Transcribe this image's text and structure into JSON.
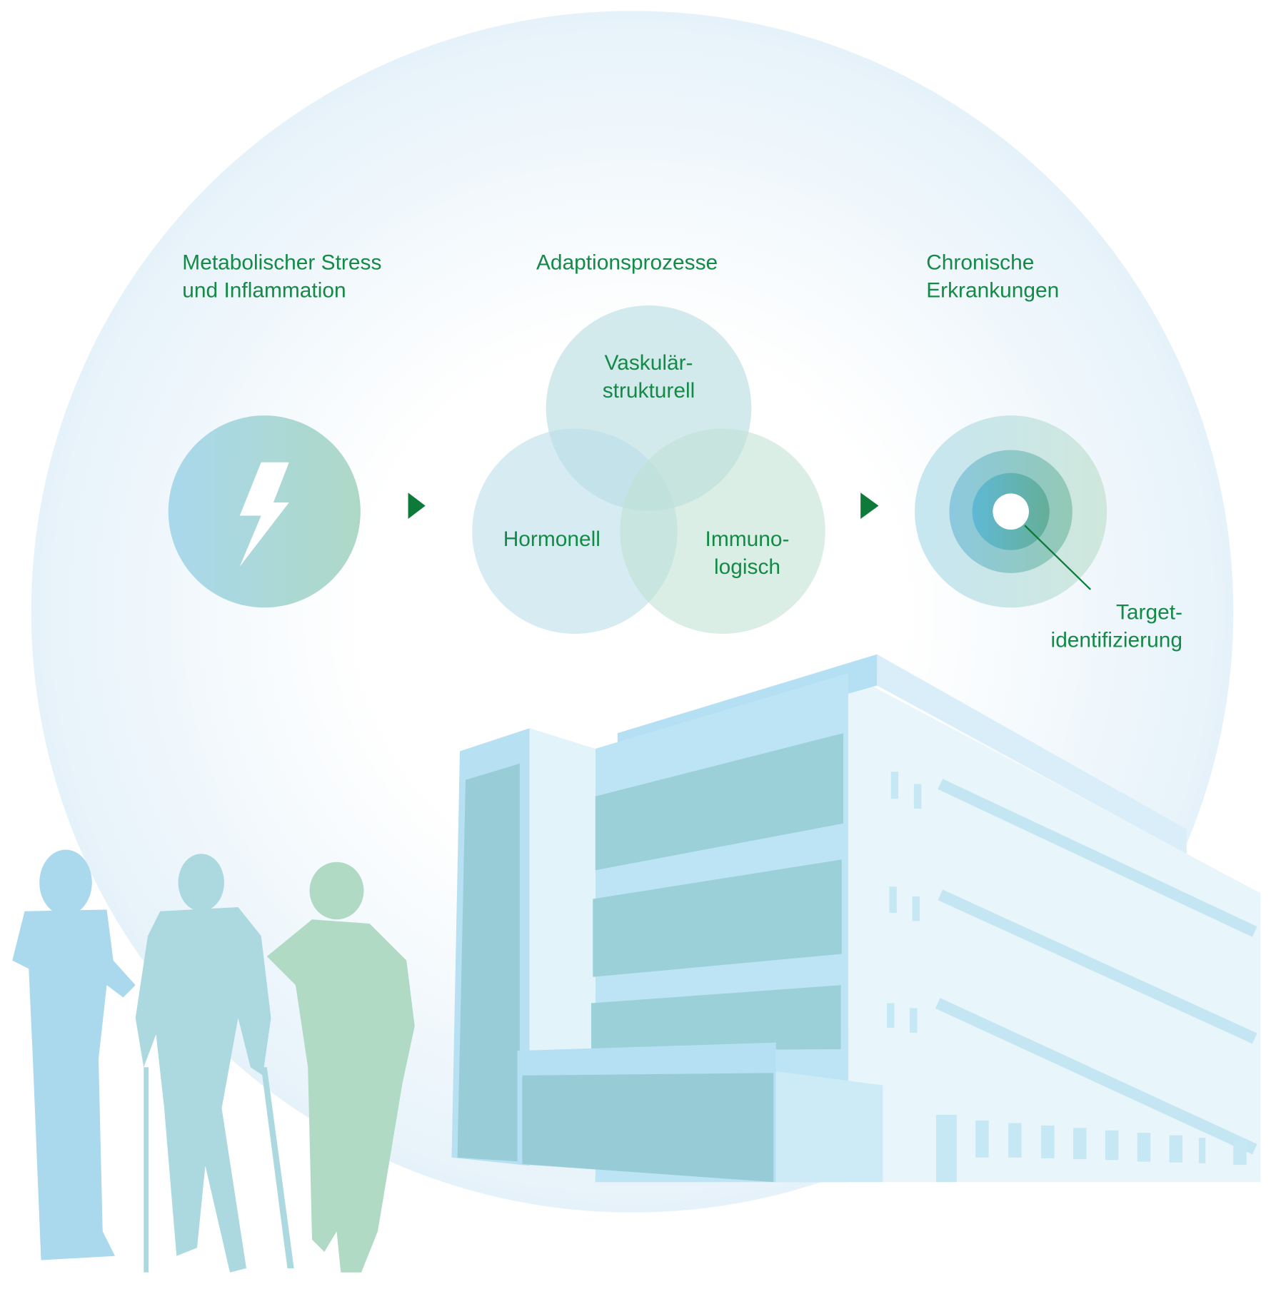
{
  "labels": {
    "stress_line1": "Metabolischer Stress",
    "stress_line2": "und Inflammation",
    "adaption": "Adaptionsprozesse",
    "chronic_line1": "Chronische",
    "chronic_line2": "Erkrankungen",
    "vascular_line1": "Vaskulär-",
    "vascular_line2": "strukturell",
    "hormonal": "Hormonell",
    "immuno_line1": "Immuno-",
    "immuno_line2": "logisch",
    "target_line1": "Target-",
    "target_line2": "identifizierung"
  },
  "colors": {
    "text": "#138a45",
    "arrow": "#0d7a3a",
    "blue": "#a9d8ec",
    "green": "#aed8c6"
  }
}
